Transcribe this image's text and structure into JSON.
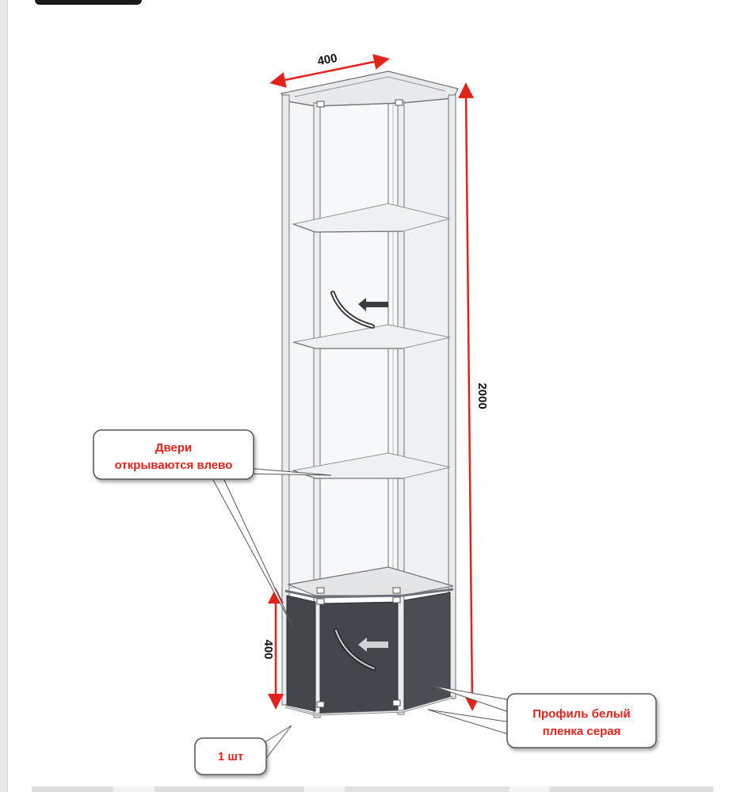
{
  "dimensions": {
    "width": "400",
    "height": "2000",
    "base_height": "400"
  },
  "callouts": {
    "doors_line1": "Двери",
    "doors_line2": "открываются влево",
    "profile_line1": "Профиль белый",
    "profile_line2": "пленка серая",
    "quantity": "1 шт"
  },
  "colors": {
    "dimension_arrow": "#e3231b",
    "callout_text": "#e3231b",
    "base_panel": "#43474c",
    "frame": "#e6e6e6",
    "glass": "#f3f5f6"
  },
  "icons": {
    "door_open_direction": "curved-arrow-left-icon"
  }
}
